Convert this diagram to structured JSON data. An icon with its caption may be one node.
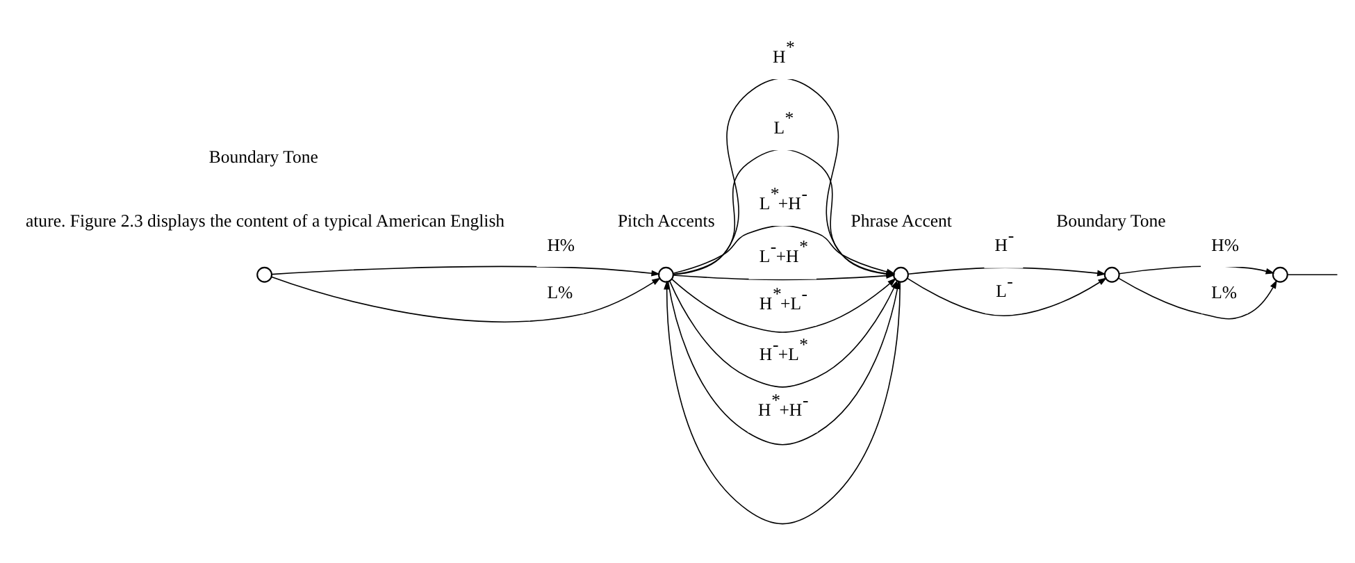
{
  "diagram": {
    "nodes": [
      {
        "text": [],
        "shape": "circle"
      },
      {
        "text": [],
        "shape": "circle"
      },
      {
        "text": [],
        "shape": "circle"
      },
      {
        "text": [],
        "shape": "circle"
      },
      {
        "text": [],
        "shape": "circle"
      }
    ],
    "edges": [
      {
        "from": 0,
        "to": 1,
        "arrow": "to",
        "label": "H%"
      },
      {
        "from": 0,
        "to": 1,
        "arrow": "to",
        "label": "L%"
      },
      {
        "from": 2,
        "to": 1,
        "arrow": "to"
      },
      {
        "from": 1,
        "to": 2,
        "arrow": "to",
        "label": "H$^{*}$"
      },
      {
        "from": 1,
        "to": 2,
        "arrow": "to",
        "label": "L$^{*}$"
      },
      {
        "from": 1,
        "to": 2,
        "arrow": "to",
        "label": "L$^{*}$+H$^{-}$"
      },
      {
        "from": 1,
        "to": 2,
        "arrow": "to",
        "label": "L$^{-}$+H$^{*}$"
      },
      {
        "from": 1,
        "to": 2,
        "arrow": "to",
        "label": "H$^{*}$+L$^{-}$"
      },
      {
        "from": 1,
        "to": 2,
        "arrow": "to",
        "label": "H$^{-}$+L$^{*}$"
      },
      {
        "from": 1,
        "to": 2,
        "arrow": "to",
        "label": "H$^{*}$+H$^{-}$"
      },
      {
        "from": 2,
        "to": 3,
        "arrow": "to",
        "label": "H$^{-}$"
      },
      {
        "from": 2,
        "to": 3,
        "arrow": "to",
        "label": "L$^{-}$"
      },
      {
        "from": 3,
        "to": 4,
        "arrow": "to",
        "label": "H%"
      },
      {
        "from": 3,
        "to": 4,
        "arrow": "to",
        "label": "L%"
      },
      {
        "from": 4,
        "to": null,
        "arrow": "none"
      }
    ],
    "labels": [
      "ature. Figure 2.3 displays the content of a typical American English",
      "Boundary Tone",
      "Pitch Accents",
      "Phrase Accent",
      "Boundary Tone"
    ]
  }
}
